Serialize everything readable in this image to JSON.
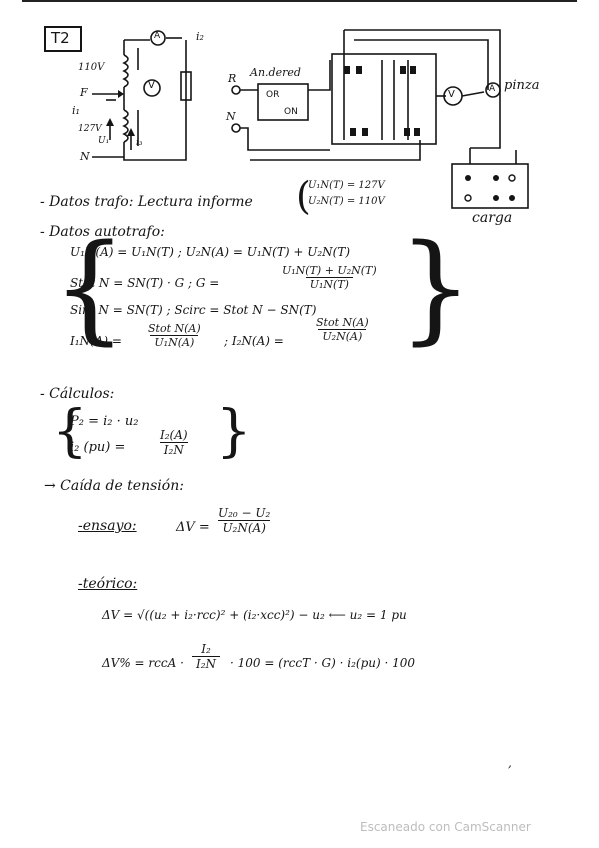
{
  "header": {
    "tag": "T2"
  },
  "circuit_left": {
    "v_upper": "110V",
    "label_f": "F",
    "i_1": "i₁",
    "v_lower": "127V",
    "u_1": "U₁",
    "i_3": "i₃",
    "label_n": "N",
    "ammeter": "A",
    "voltmeter": "V",
    "i_2": "i₂"
  },
  "circuit_right": {
    "label_r": "R",
    "label_n": "N",
    "analyzer_title": "An.dered",
    "analyzer_off": "OR",
    "analyzer_on": "ON",
    "voltmeter": "V",
    "ammeter": "A",
    "clamp": "pinza",
    "load": "carga"
  },
  "text": {
    "datos_trafo": "- Datos trafo: Lectura informe",
    "trafo_eq1": "U₁N(T) = 127V",
    "trafo_eq2": "U₂N(T) = 110V",
    "datos_auto": "- Datos autotrafo:",
    "auto_1a": "U₁N(A) = U₁N(T)  ;  U₂N(A) = U₁N(T) + U₂N(T)",
    "auto_2a": "Stot N = SN(T) · G  ;  G =",
    "auto_2_num": "U₁N(T) + U₂N(T)",
    "auto_2_den": "U₁N(T)",
    "auto_3": "Sint N = SN(T)  ;  Scirc = Stot N − SN(T)",
    "auto_4a": "I₁N(A) =",
    "auto_4a_num": "Stot N(A)",
    "auto_4a_den": "U₁N(A)",
    "auto_4b": ";  I₂N(A) =",
    "auto_4b_num": "Stot N(A)",
    "auto_4b_den": "U₂N(A)",
    "calculos": "- Cálculos:",
    "calc_1": "P₂ = i₂ · u₂",
    "calc_2a": "i₂ (pu) =",
    "calc_2_num": "I₂(A)",
    "calc_2_den": "I₂N",
    "caida": "→ Caída de tensión:",
    "ensayo": "-ensayo:",
    "ens_eq": "ΔV =",
    "ens_num": "U₂₀ − U₂",
    "ens_den": "U₂N(A)",
    "teorico": "-teórico:",
    "teo_1": "ΔV = √((u₂ + i₂·rcc)² + (i₂·xcc)²)  − u₂   ⟵ u₂ = 1 pu",
    "teo_2a": "ΔV% = rccA ·",
    "teo_2_num": "I₂",
    "teo_2_den": "I₂N",
    "teo_2b": "· 100 = (rccT · G) · i₂(pu) · 100"
  },
  "watermark": "Escaneado con CamScanner"
}
